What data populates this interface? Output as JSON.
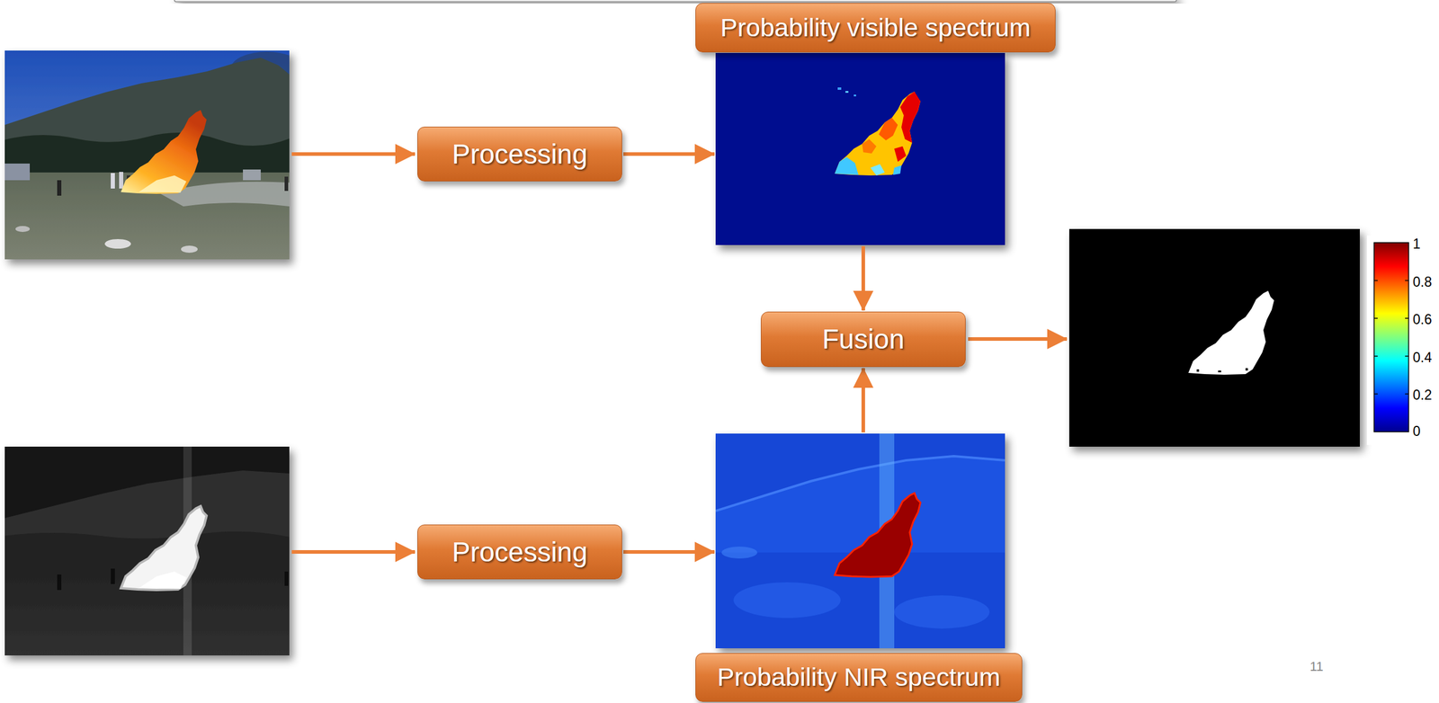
{
  "diagram": {
    "nodes": [
      {
        "text": [
          "Probability visible spectrum"
        ]
      },
      {
        "text": [
          "Processing"
        ]
      },
      {
        "text": [
          "Fusion"
        ]
      },
      {
        "text": [
          "Processing"
        ]
      },
      {
        "text": [
          "Probability NIR spectrum"
        ]
      }
    ],
    "edges": [
      {
        "from": 1,
        "to": 0,
        "arrow": "to"
      },
      {
        "from": 0,
        "to": 2,
        "arrow": "to"
      },
      {
        "from": 4,
        "to": 2,
        "arrow": "to"
      },
      {
        "from": 3,
        "to": 4,
        "arrow": "to"
      }
    ],
    "labels": [
      "1",
      "0.8",
      "0.6",
      "0.4",
      "0.2",
      "0",
      "11"
    ]
  }
}
